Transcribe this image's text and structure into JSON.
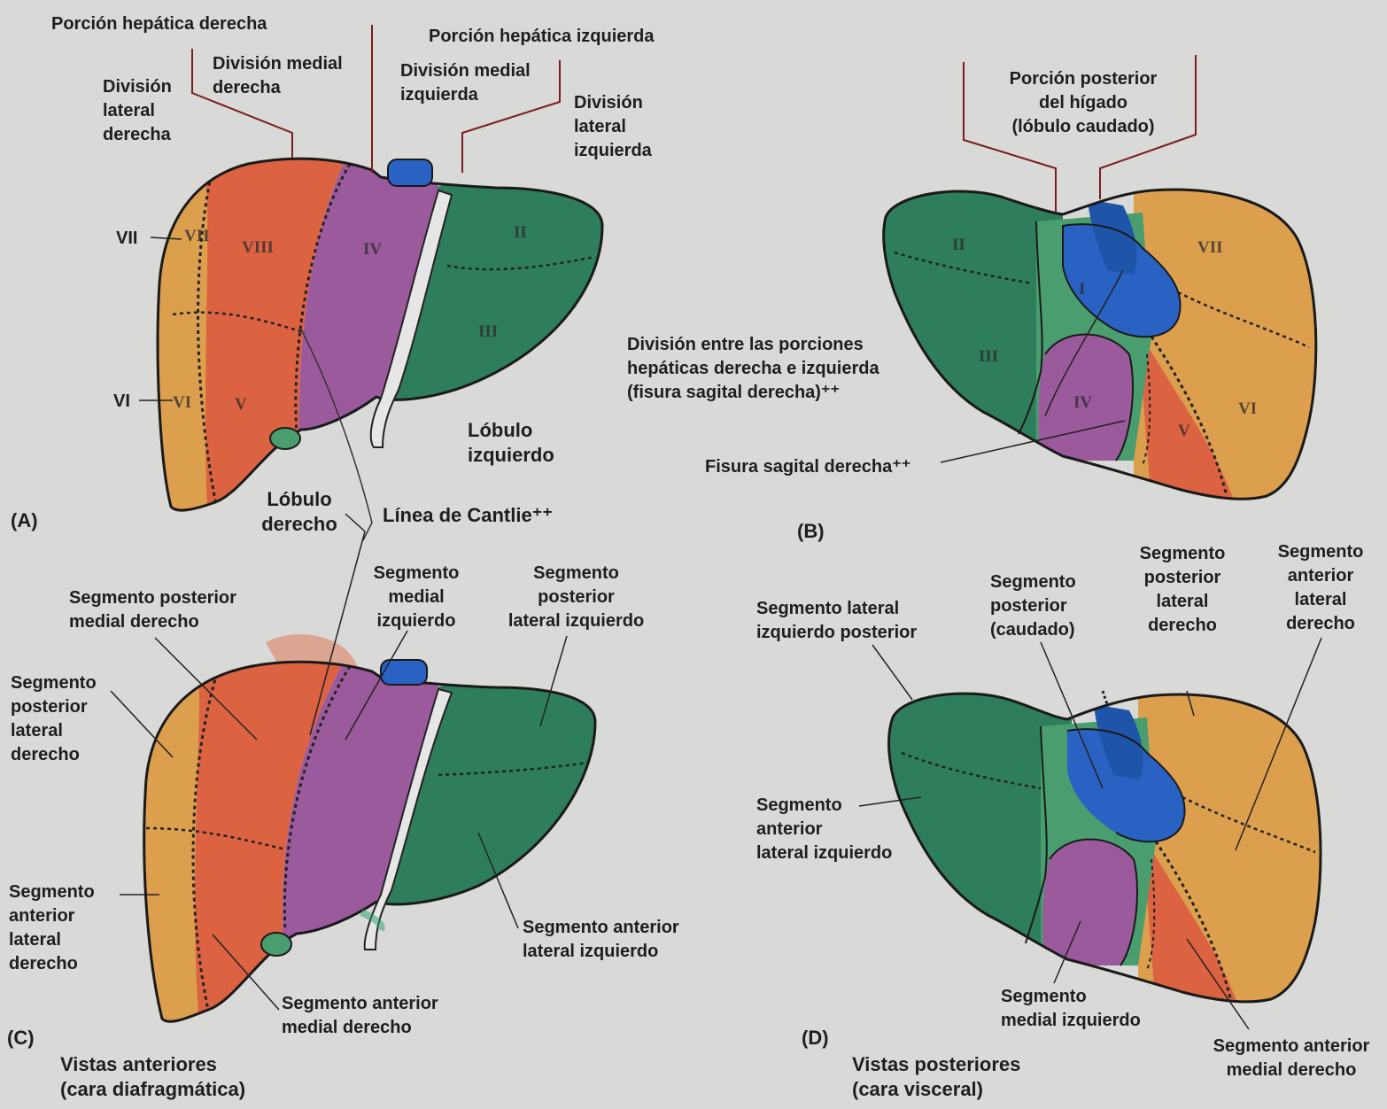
{
  "panel_a": {
    "letter": "(A)",
    "porcion_derecha": "Porción hepática derecha",
    "porcion_izquierda": "Porción hepática izquierda",
    "division_lateral_derecha": "División\nlateral\nderecha",
    "division_medial_derecha": "División medial\nderecha",
    "division_medial_izquierda": "División medial\nizquierda",
    "division_lateral_izquierda": "División\nlateral\nizquierda",
    "lobulo_derecho": "Lóbulo\nderecho",
    "lobulo_izquierdo": "Lóbulo\nizquierdo",
    "linea_cantlie": "Línea de Cantlie⁺⁺",
    "pointer_vii": "VII",
    "pointer_vi": "VI",
    "segments": {
      "vii": "VII",
      "viii": "VIII",
      "iv": "IV",
      "ii": "II",
      "iii": "III",
      "vi": "VI",
      "v": "V"
    }
  },
  "panel_b": {
    "letter": "(B)",
    "porcion_posterior": "Porción posterior\ndel hígado\n(lóbulo caudado)",
    "division_porciones": "División entre las porciones\nhepáticas derecha e izquierda\n(fisura sagital derecha)⁺⁺",
    "fisura_sagital": "Fisura sagital derecha⁺⁺",
    "segments": {
      "ii": "II",
      "iii": "III",
      "i": "I",
      "iv": "IV",
      "v": "V",
      "vi": "VI",
      "vii": "VII"
    }
  },
  "panel_c": {
    "letter": "(C)",
    "caption": "Vistas anteriores\n(cara diafragmática)",
    "seg_post_medial_derecho": "Segmento posterior\nmedial derecho",
    "seg_medial_izquierdo": "Segmento\nmedial\nizquierdo",
    "seg_post_lateral_izquierdo": "Segmento\nposterior\nlateral izquierdo",
    "seg_post_lateral_derecho": "Segmento\nposterior\nlateral\nderecho",
    "seg_ant_lateral_derecho": "Segmento\nanterior\nlateral\nderecho",
    "seg_ant_lateral_izquierdo": "Segmento anterior\nlateral izquierdo",
    "seg_ant_medial_derecho": "Segmento anterior\nmedial derecho"
  },
  "panel_d": {
    "letter": "(D)",
    "caption": "Vistas posteriores\n(cara visceral)",
    "seg_lat_izq_posterior": "Segmento lateral\nizquierdo posterior",
    "seg_posterior_caudado": "Segmento\nposterior\n(caudado)",
    "seg_post_lat_derecho": "Segmento\nposterior\nlateral\nderecho",
    "seg_ant_lat_derecho": "Segmento\nanterior\nlateral\nderecho",
    "seg_ant_lat_izquierdo": "Segmento\nanterior\nlateral izquierdo",
    "seg_medial_izquierdo": "Segmento\nmedial izquierdo",
    "seg_ant_medial_derecho": "Segmento anterior\nmedial derecho"
  },
  "colors": {
    "orange": "#dc9f4e",
    "red_orange": "#dc6342",
    "purple": "#9b5a9c",
    "green": "#2e7d5b",
    "light_green": "#4a9d6e",
    "blue": "#2a62c4",
    "dark_blue": "#1f55a8",
    "background": "#d9d9d7"
  }
}
